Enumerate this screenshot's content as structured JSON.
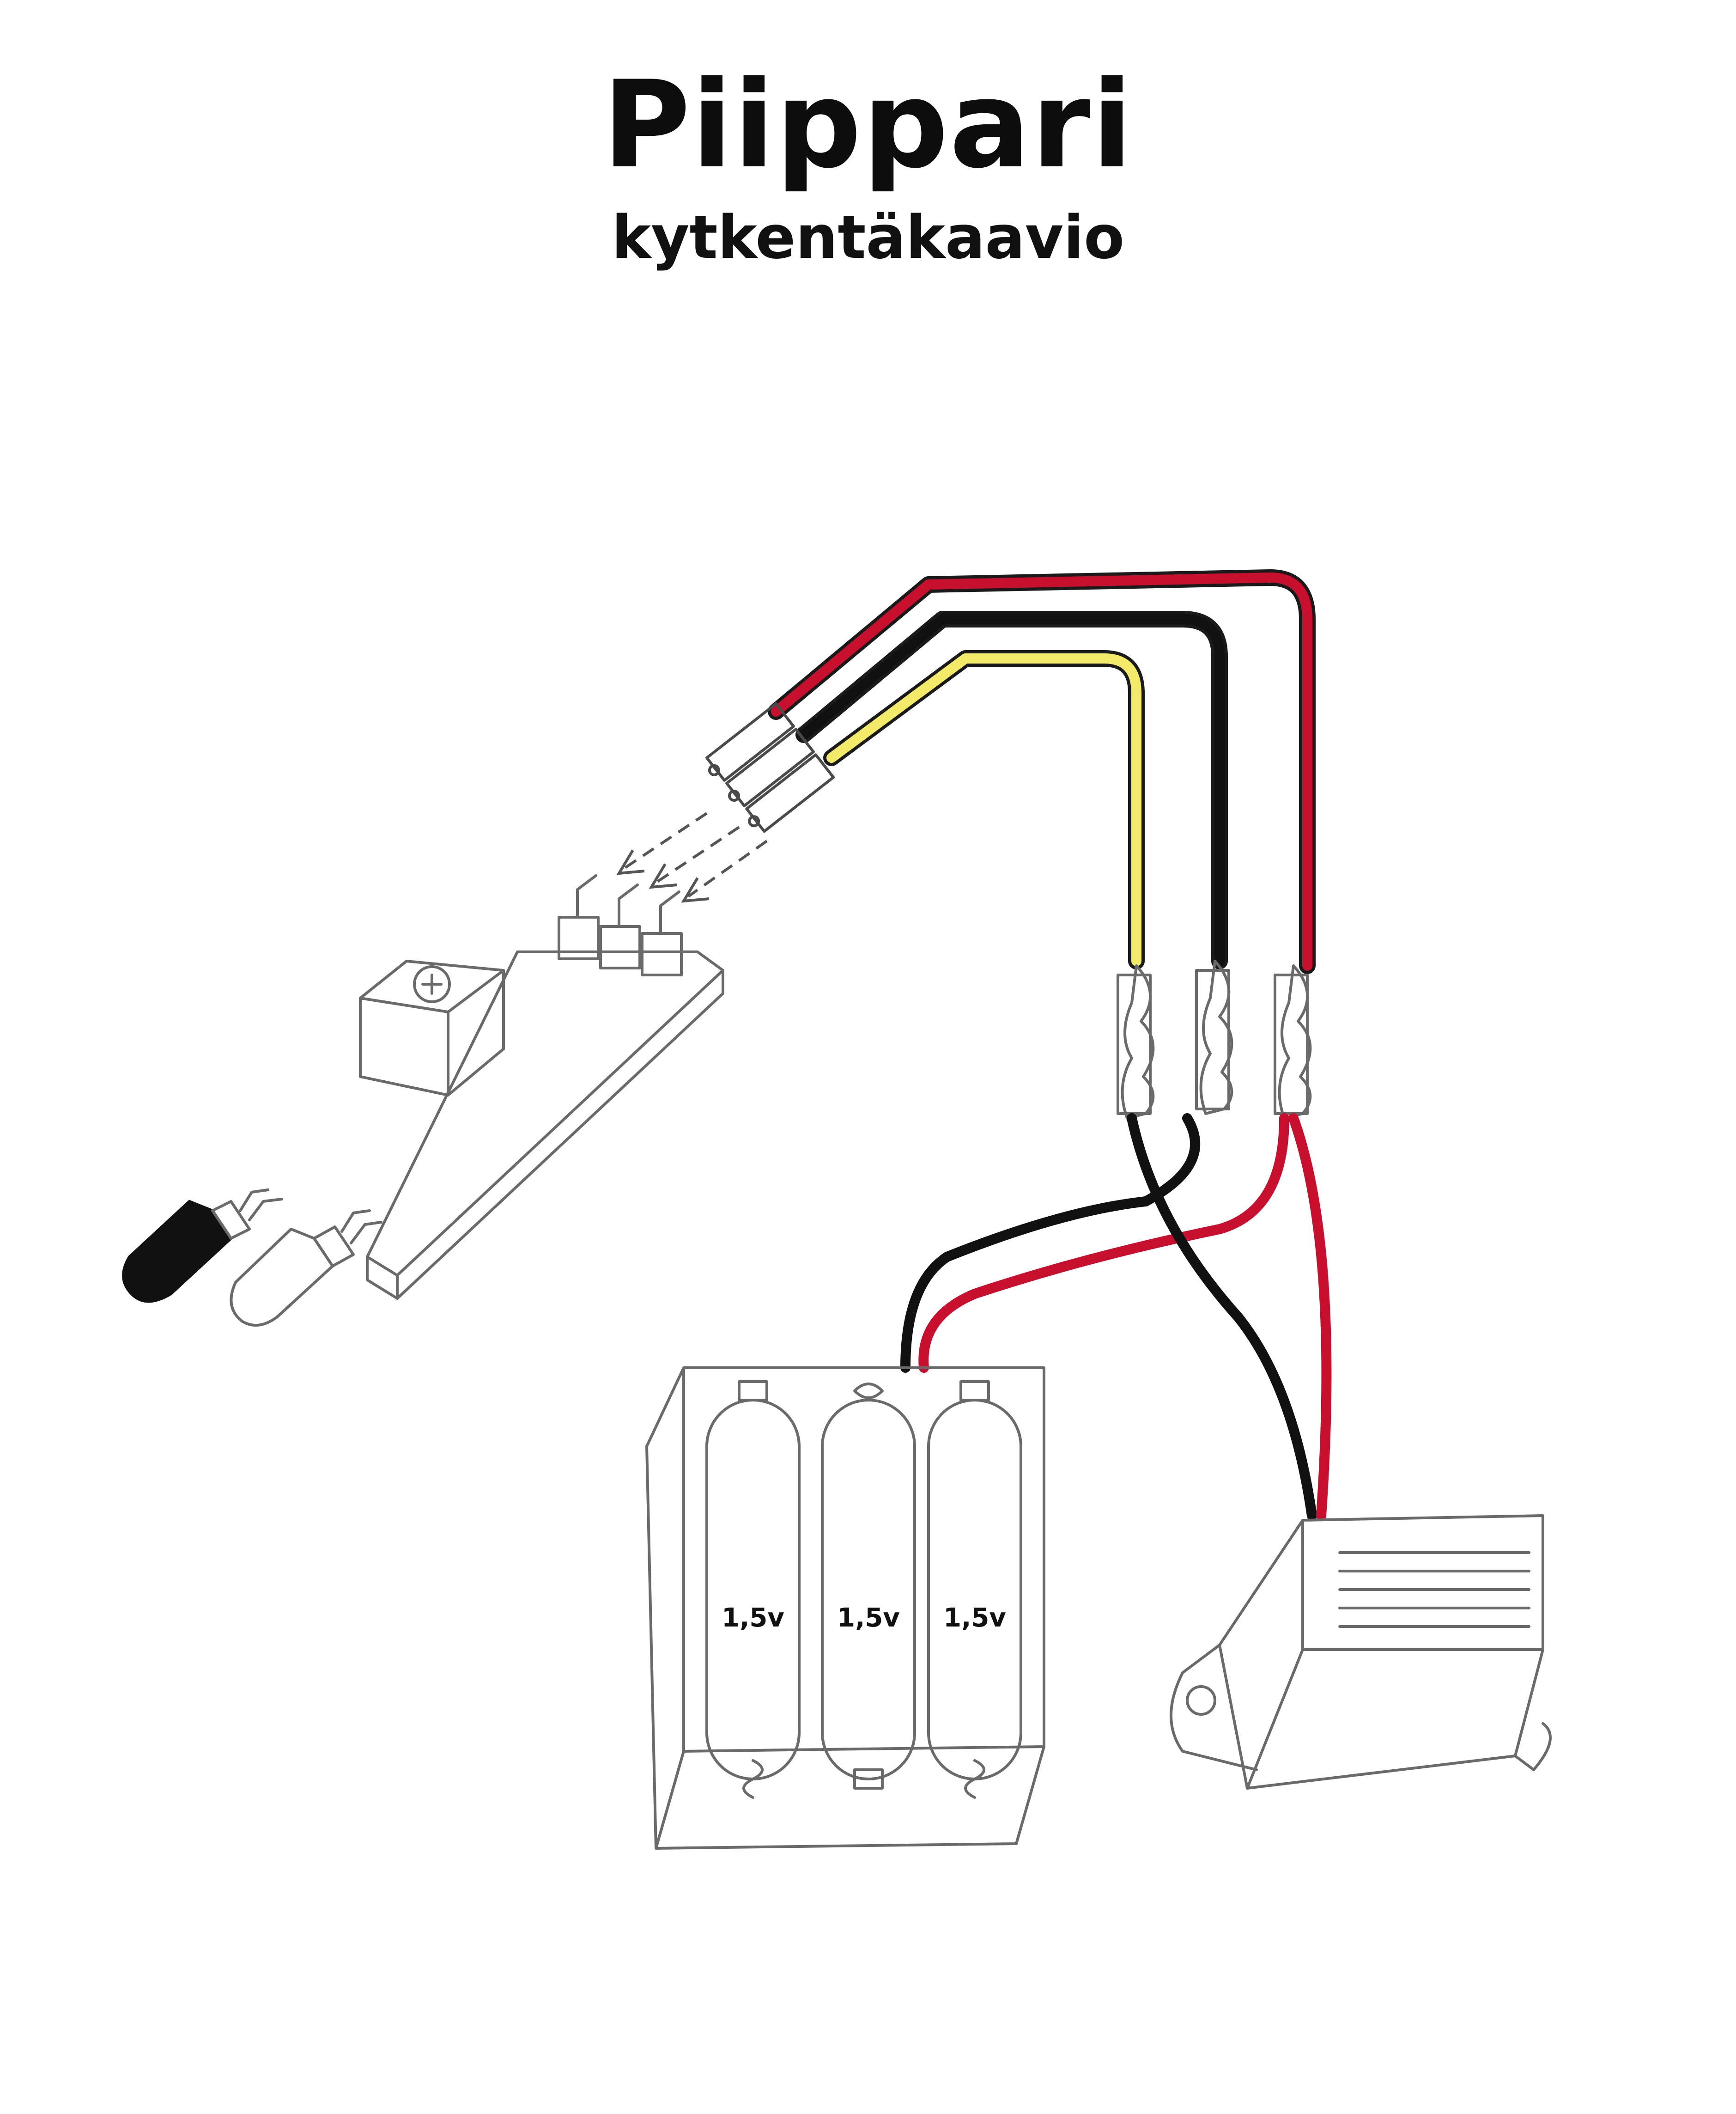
{
  "header": {
    "title": "Piippari",
    "subtitle": "kytkentäkaavio"
  },
  "batteries": [
    {
      "label": "1,5v"
    },
    {
      "label": "1,5v"
    },
    {
      "label": "1,5v"
    }
  ],
  "wire_colors": {
    "red": "#c8102e",
    "black": "#111111",
    "yellow": "#f3ea6a",
    "outline": "#6a6a6a"
  }
}
